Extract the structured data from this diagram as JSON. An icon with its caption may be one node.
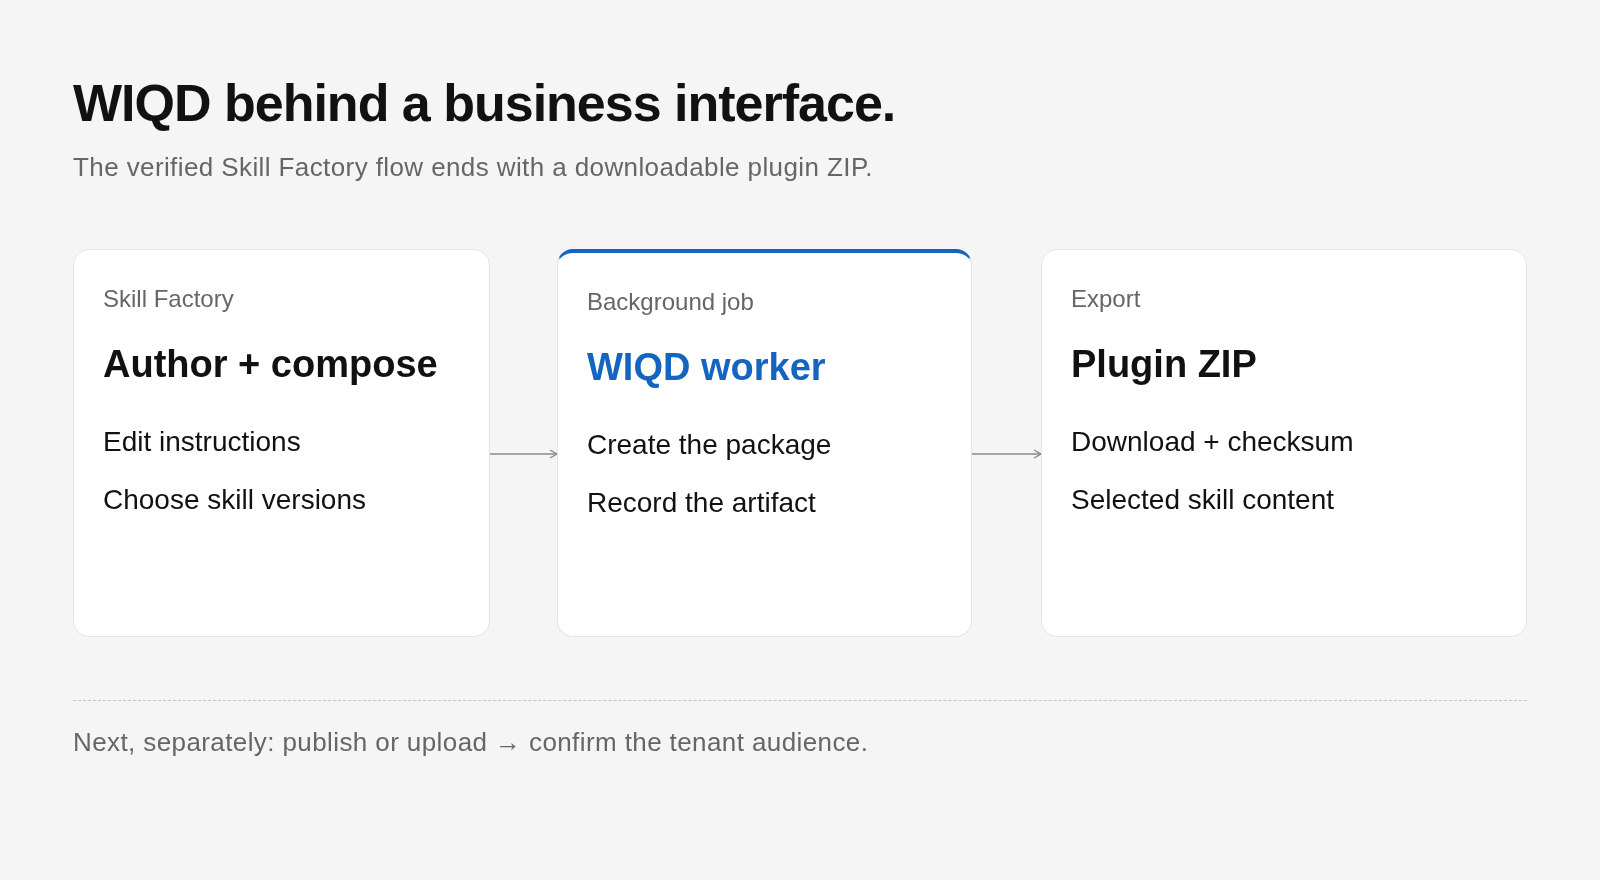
{
  "diagram": {
    "title": "WIQD behind a business interface.",
    "nodes": [
      {
        "text": [
          "Skill Factory",
          "Author + compose",
          "Edit instructions",
          "Choose skill versions"
        ]
      },
      {
        "text": [
          "Background job",
          "WIQD worker",
          "Create the package",
          "Record the artifact"
        ]
      },
      {
        "text": [
          "Export",
          "Plugin ZIP",
          "Download + checksum",
          "Selected skill content"
        ]
      }
    ],
    "edges": [
      {
        "from": 0,
        "to": 1,
        "arrow": "to"
      },
      {
        "from": 1,
        "to": 2,
        "arrow": "to"
      }
    ],
    "labels": [
      "The verified Skill Factory flow ends with a downloadable plugin ZIP.",
      "Next, separately: publish or upload → confirm the tenant audience."
    ]
  }
}
